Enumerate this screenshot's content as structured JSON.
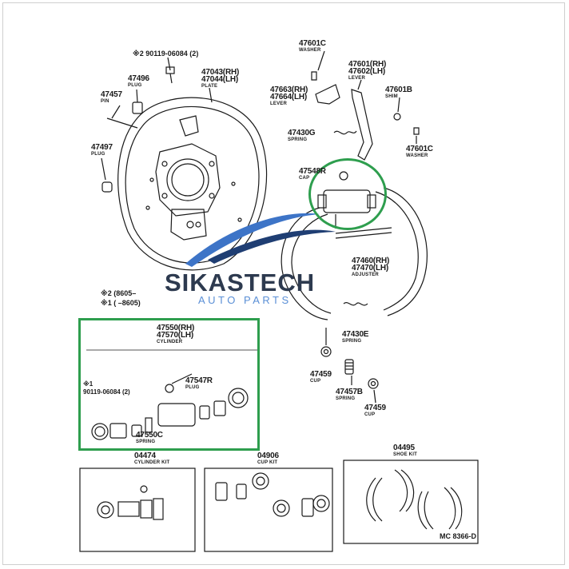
{
  "brand": {
    "name": "SIKASTECH",
    "subtitle": "AUTO PARTS",
    "accent_color": "#5a8fd6",
    "highlight_color": "#2e9e4e"
  },
  "notes": {
    "top_bolt": "※2 90119-06084 (2)",
    "legend_2": "※2 (8605–",
    "legend_1": "※1 (      –8605)",
    "inset_bolt_mark": "※1",
    "inset_bolt": "90119-06084 (2)"
  },
  "callouts": {
    "c47496": {
      "pn": "47496",
      "desc": "PLUG"
    },
    "c47457": {
      "pn": "47457",
      "desc": "PIN"
    },
    "c47043": {
      "pn": "47043(RH)",
      "pn2": "47044(LH)",
      "desc": "PLATE"
    },
    "c47497": {
      "pn": "47497",
      "desc": "PLUG"
    },
    "c47601c_top": {
      "pn": "47601C",
      "desc": "WASHER"
    },
    "c47601": {
      "pn": "47601(RH)",
      "pn2": "47602(LH)",
      "desc": "LEVER"
    },
    "c47663": {
      "pn": "47663(RH)",
      "pn2": "47664(LH)",
      "desc": "LEVER"
    },
    "c47601b": {
      "pn": "47601B",
      "desc": "SHIM"
    },
    "c47430g": {
      "pn": "47430G",
      "desc": "SPRING"
    },
    "c47601c_bot": {
      "pn": "47601C",
      "desc": "WASHER"
    },
    "c47548r": {
      "pn": "47548R",
      "desc": "CAP"
    },
    "c47460": {
      "pn": "47460(RH)",
      "pn2": "47470(LH)",
      "desc": "ADJUSTER"
    },
    "c47430e": {
      "pn": "47430E",
      "desc": "SPRING"
    },
    "c47459_l": {
      "pn": "47459",
      "desc": "CUP"
    },
    "c47457b": {
      "pn": "47457B",
      "desc": "SPRING"
    },
    "c47459_r": {
      "pn": "47459",
      "desc": "CUP"
    },
    "c47550": {
      "pn": "47550(RH)",
      "pn2": "47570(LH)",
      "desc": "CYLINDER"
    },
    "c47547r": {
      "pn": "47547R",
      "desc": "PLUG"
    },
    "c47550c": {
      "pn": "47550C",
      "desc": "SPRING"
    },
    "c04474": {
      "pn": "04474",
      "desc": "CYLINDER KIT"
    },
    "c04906": {
      "pn": "04906",
      "desc": "CUP KIT"
    },
    "c04495": {
      "pn": "04495",
      "desc": "SHOE KIT"
    }
  },
  "figure_code": "MC 8366-D",
  "icons": [
    "backing-plate-illustration",
    "wheel-cylinder-illustration",
    "brake-shoe-illustration",
    "swoosh-logo"
  ]
}
